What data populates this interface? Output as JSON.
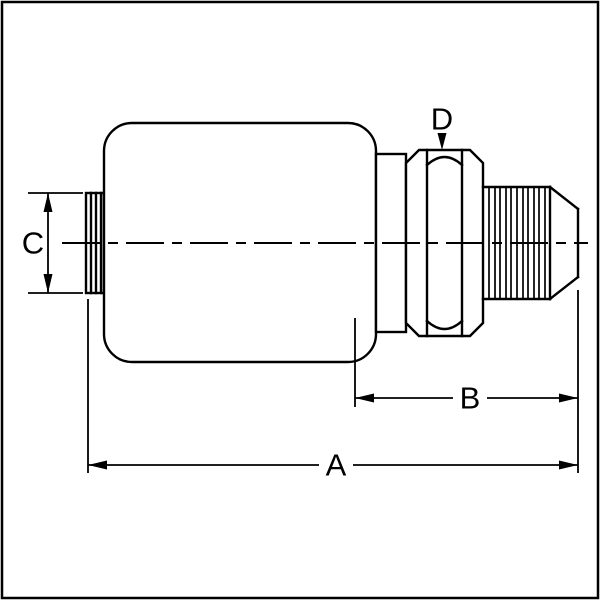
{
  "drawing": {
    "background": "#ffffff",
    "line_color": "#000000",
    "labels": {
      "dim_a": "A",
      "dim_b": "B",
      "dim_c": "C",
      "dim_d": "D"
    }
  }
}
